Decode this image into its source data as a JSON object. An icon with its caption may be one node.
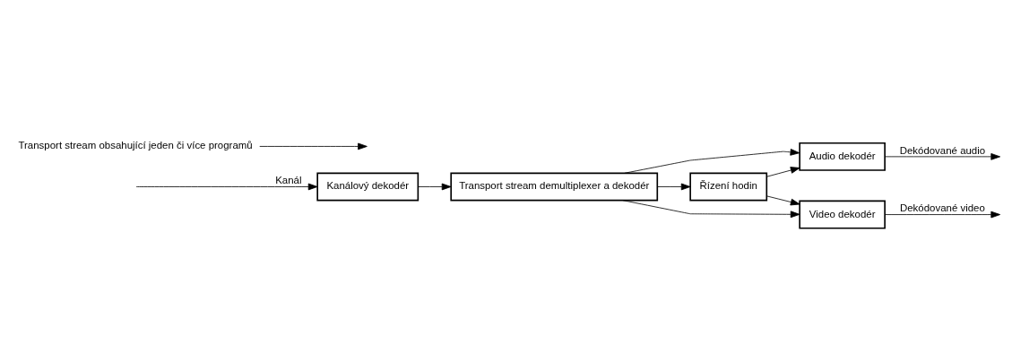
{
  "diagram": {
    "nodes": [
      {
        "text": [
          "Kanálový dekodér"
        ]
      },
      {
        "text": [
          "Transport stream demultiplexer a dekodér"
        ]
      },
      {
        "text": [
          "Audio dekodér"
        ]
      },
      {
        "text": [
          "Řízení hodin"
        ]
      },
      {
        "text": [
          "Video dekodér"
        ]
      },
      {
        "text": [
          "Transport stream obsahující jeden či více programů"
        ]
      }
    ],
    "edges": [
      {
        "from": null,
        "to": 0,
        "arrow": "to",
        "label": "Kanál"
      },
      {
        "from": 0,
        "to": 1,
        "arrow": "to"
      },
      {
        "from": 1,
        "to": 2,
        "arrow": "to"
      },
      {
        "from": 1,
        "to": 3,
        "arrow": "to"
      },
      {
        "from": 1,
        "to": 4,
        "arrow": "to"
      },
      {
        "from": 3,
        "to": 2,
        "arrow": "to"
      },
      {
        "from": 3,
        "to": 4,
        "arrow": "to"
      },
      {
        "from": 2,
        "to": null,
        "arrow": "to",
        "label": "Dekódované audio"
      },
      {
        "from": 4,
        "to": null,
        "arrow": "to",
        "label": "Dekódované video"
      },
      {
        "from": 5,
        "to": null,
        "arrow": "to"
      }
    ]
  }
}
